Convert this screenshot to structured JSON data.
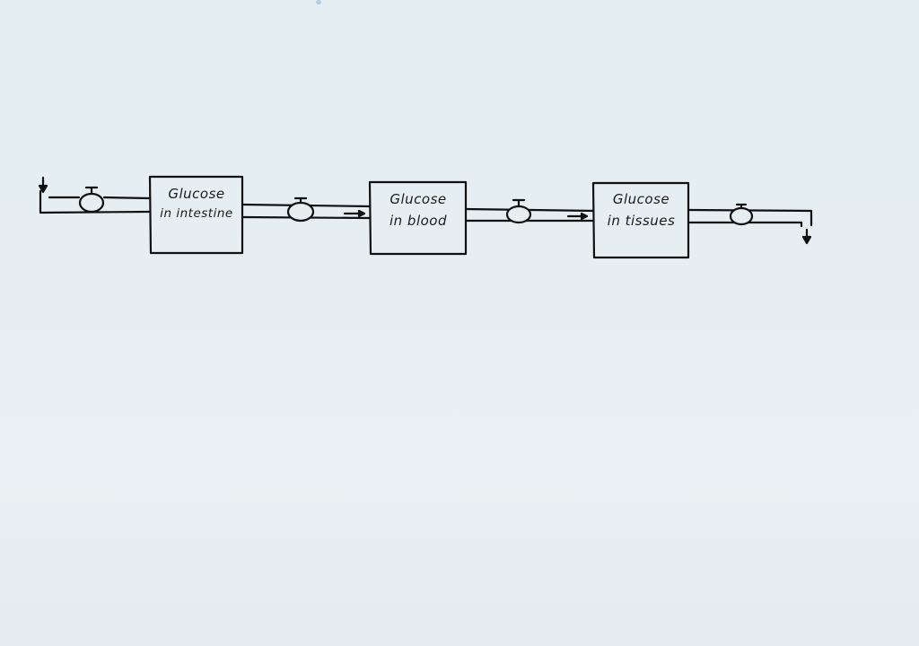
{
  "diagram": {
    "type": "flow",
    "stroke_color": "#111111",
    "background_color": "#e6eef2",
    "nodes": [
      {
        "id": "intestine",
        "line1": "Glucose",
        "line2": "in intestine"
      },
      {
        "id": "blood",
        "line1": "Glucose",
        "line2": "in blood"
      },
      {
        "id": "tissues",
        "line1": "Glucose",
        "line2": "in tissues"
      }
    ],
    "pipes": [
      {
        "from": "inflow",
        "to": "intestine",
        "valve": true
      },
      {
        "from": "intestine",
        "to": "blood",
        "valve": true,
        "arrow": true
      },
      {
        "from": "blood",
        "to": "tissues",
        "valve": true,
        "arrow": true
      },
      {
        "from": "tissues",
        "to": "outflow",
        "valve": true
      }
    ]
  }
}
